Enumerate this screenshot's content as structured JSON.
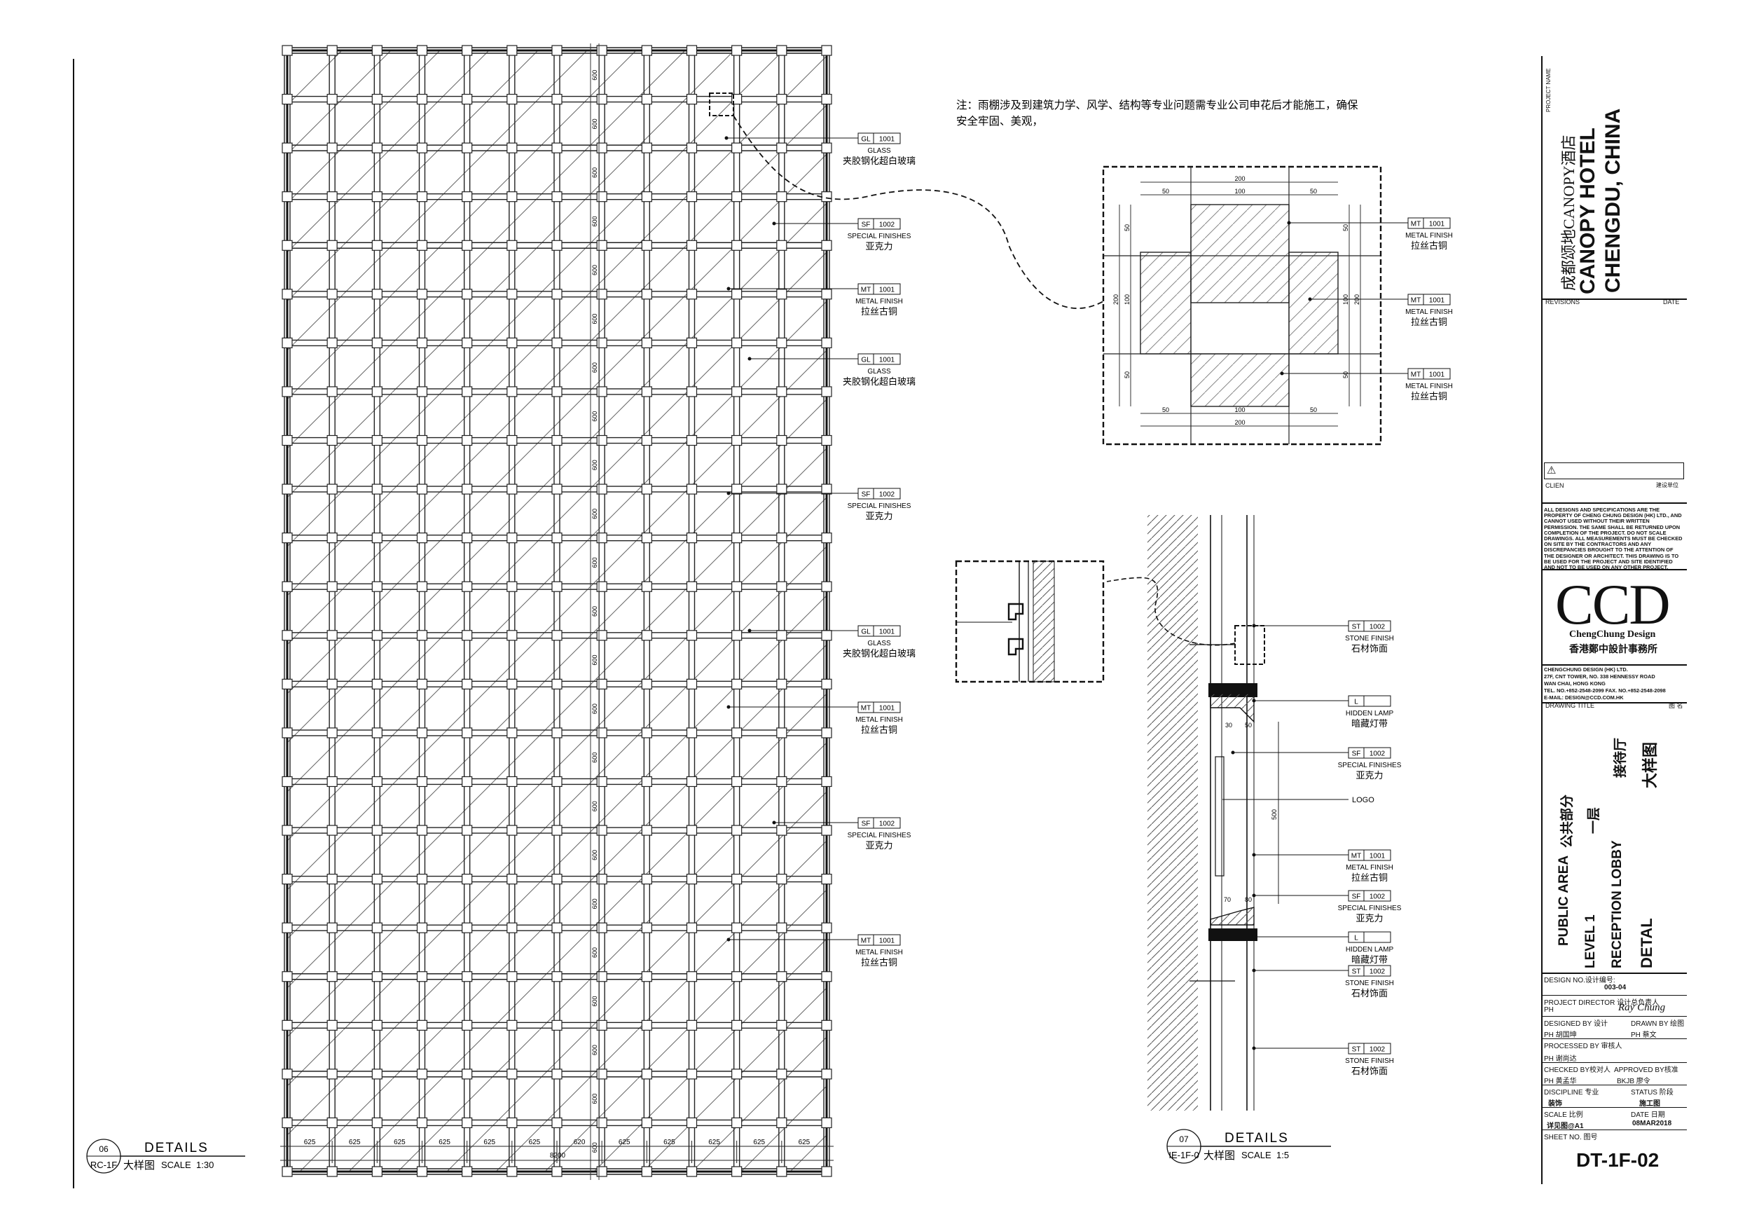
{
  "note": {
    "line1": "注：雨棚涉及到建筑力学、风学、结构等专业问题需专业公司申花后才能施工，确保",
    "line2": "安全牢固、美观，"
  },
  "grid_drawing": {
    "dims_bottom": [
      "625",
      "625",
      "625",
      "625",
      "625",
      "625",
      "620",
      "625",
      "625",
      "625",
      "625",
      "625"
    ],
    "overall_width": "8200",
    "dims_side": [
      "600",
      "600",
      "600",
      "600",
      "600",
      "600",
      "600",
      "600",
      "600",
      "600",
      "600",
      "600",
      "600",
      "600",
      "600",
      "600",
      "600",
      "600",
      "600",
      "600",
      "600",
      "600",
      "600"
    ]
  },
  "grid_callouts": [
    {
      "code": "GL",
      "num": "1001",
      "en": "GLASS",
      "cn": "夹胶钢化超白玻璃"
    },
    {
      "code": "SF",
      "num": "1002",
      "en": "SPECIAL FINISHES",
      "cn": "亚克力"
    },
    {
      "code": "MT",
      "num": "1001",
      "en": "METAL FINISH",
      "cn": "拉丝古铜"
    },
    {
      "code": "GL",
      "num": "1001",
      "en": "GLASS",
      "cn": "夹胶钢化超白玻璃"
    },
    {
      "code": "SF",
      "num": "1002",
      "en": "SPECIAL FINISHES",
      "cn": "亚克力"
    },
    {
      "code": "GL",
      "num": "1001",
      "en": "GLASS",
      "cn": "夹胶钢化超白玻璃"
    },
    {
      "code": "MT",
      "num": "1001",
      "en": "METAL FINISH",
      "cn": "拉丝古铜"
    },
    {
      "code": "SF",
      "num": "1002",
      "en": "SPECIAL FINISHES",
      "cn": "亚克力"
    },
    {
      "code": "MT",
      "num": "1001",
      "en": "METAL FINISH",
      "cn": "拉丝古铜"
    }
  ],
  "node_detail": {
    "dims_top": [
      "200",
      "50",
      "100",
      "50"
    ],
    "dims_bottom": [
      "50",
      "100",
      "50",
      "200"
    ],
    "dims_left": [
      "50",
      "100",
      "50",
      "200"
    ],
    "dims_right": [
      "50",
      "100",
      "50",
      "200"
    ],
    "callouts": [
      {
        "code": "MT",
        "num": "1001",
        "en": "METAL FINISH",
        "cn": "拉丝古铜"
      },
      {
        "code": "MT",
        "num": "1001",
        "en": "METAL FINISH",
        "cn": "拉丝古铜"
      },
      {
        "code": "MT",
        "num": "1001",
        "en": "METAL FINISH",
        "cn": "拉丝古铜"
      }
    ]
  },
  "section_detail": {
    "dims": [
      "30",
      "50",
      "500",
      "70",
      "80"
    ],
    "callouts": [
      {
        "code": "ST",
        "num": "1002",
        "en": "STONE FINISH",
        "cn": "石材饰面"
      },
      {
        "code": "L",
        "num": "",
        "en": "HIDDEN LAMP",
        "cn": "暗藏灯带"
      },
      {
        "code": "SF",
        "num": "1002",
        "en": "SPECIAL FINISHES",
        "cn": "亚克力"
      },
      {
        "code": "",
        "num": "",
        "en": "LOGO",
        "cn": ""
      },
      {
        "code": "MT",
        "num": "1001",
        "en": "METAL FINISH",
        "cn": "拉丝古铜"
      },
      {
        "code": "SF",
        "num": "1002",
        "en": "SPECIAL FINISHES",
        "cn": "亚克力"
      },
      {
        "code": "L",
        "num": "",
        "en": "HIDDEN LAMP",
        "cn": "暗藏灯带"
      },
      {
        "code": "ST",
        "num": "1002",
        "en": "STONE FINISH",
        "cn": "石材饰面"
      },
      {
        "code": "ST",
        "num": "1002",
        "en": "STONE FINISH",
        "cn": "石材饰面"
      }
    ]
  },
  "detail_labels": [
    {
      "num": "06",
      "ref": "RC-1F",
      "title": "DETAILS",
      "cn": "大样图",
      "scale_label": "SCALE",
      "scale": "1:30"
    },
    {
      "num": "07",
      "ref": "IE-1F-0",
      "title": "DETAILS",
      "cn": "大样图",
      "scale_label": "SCALE",
      "scale": "1:5"
    }
  ],
  "title_block": {
    "project_name_label": "PROJECT NAME",
    "project_cn": "成都颂地CANOPY酒店",
    "project_en1": "CANOPY HOTEL",
    "project_en2": "CHENGDU, CHINA",
    "revisions": "REVISIONS",
    "date": "DATE",
    "client": "CLIEN",
    "client_cn": "建设单位",
    "disclaimer": "ALL DESIGNS AND SPECIFICATIONS ARE THE PROPERTY OF CHENG CHUNG DESIGN (HK) LTD., AND CANNOT USED WITHOUT THEIR WRITTEN PERMISSION. THE SAME SHALL BE RETURNED UPON COMPLETION OF THE PROJECT. DO NOT SCALE DRAWINGS. ALL MEASUREMENTS MUST BE CHECKED ON SITE BY THE CONTRACTORS AND ANY DISCREPANCIES BROUGHT TO THE ATTENTION OF THE DESIGNER OR ARCHITECT. THIS DRAWING IS TO BE USED FOR THE PROJECT AND SITE IDENTIFIED AND NOT TO BE USED ON ANY OTHER PROJECT.",
    "logo": "CCD",
    "logo_sub": "ChengChung Design",
    "logo_cn": "香港鄭中設計事務所",
    "company": "CHENGCHUNG DESIGN (HK) LTD.",
    "address1": "27F, CNT TOWER, NO. 338 HENNESSY ROAD",
    "address2": "WAN CHAI, HONG KONG",
    "tel": "TEL. NO.+852-2548-2099  FAX. NO.+852-2548-2098",
    "email": "E-MAIL: DESIGN@CCD.COM.HK",
    "drawing_title": "DRAWING TITLE",
    "drawing_title_cn": "图 名",
    "area_en": "PUBLIC AREA",
    "area_cn": "公共部分",
    "level_en": "LEVEL 1",
    "level_cn": "一层",
    "room_en": "RECEPTION LOBBY",
    "room_cn": "接待厅",
    "type_en": "DETAL",
    "type_cn": "大样图",
    "design_no_label": "DESIGN NO.设计编号:",
    "design_no": "003-04",
    "project_director": "PROJECT DIRECTOR  设计总负责人",
    "pd_ph": "PH",
    "pd_sign": "Ray Chung",
    "designed_by": "DESIGNED BY  设计",
    "drawn_by": "DRAWN BY  绘图",
    "designed_ph": "PH 胡国坤",
    "drawn_ph": "PH 蔡文",
    "processed_by": "PROCESSED BY 审核人",
    "processed_ph": "PH 谢尚达",
    "checked_by": "CHECKED BY校对人",
    "approved_by": "APPROVED BY核准",
    "checked_ph": "PH 黄孟华",
    "approved_ph": "BKJB 廖令",
    "discipline": "DISCIPLINE  专业",
    "status": "STATUS  阶段",
    "discipline_val": "装饰",
    "status_val": "施工图",
    "scale": "SCALE  比例",
    "date2": "DATE  日期",
    "scale_val": "详见图@A1",
    "date_val": "08MAR2018",
    "sheet_no": "SHEET NO.  图号",
    "sheet_val": "DT-1F-02"
  }
}
